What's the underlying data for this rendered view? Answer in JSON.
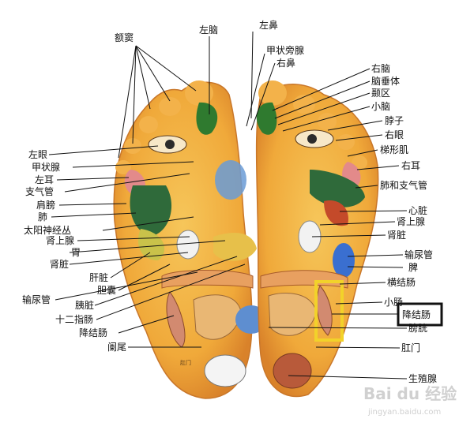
{
  "diagram": {
    "labels": {
      "sinus": "额窦",
      "left_brain": "左脑",
      "left_nose": "左鼻",
      "parathyroid": "甲状旁腺",
      "right_nose": "右鼻",
      "right_brain": "右脑",
      "pituitary": "脑垂体",
      "temporal": "颞区",
      "cerebellum": "小脑",
      "neck": "脖子",
      "right_eye": "右眼",
      "trapezius": "梯形肌",
      "right_ear": "右耳",
      "lung_bronchi_r": "肺和支气管",
      "heart": "心脏",
      "adrenal_r": "肾上腺",
      "kidney_r": "肾脏",
      "ureter_r": "输尿管",
      "spleen": "脾",
      "transverse_colon": "横结肠",
      "small_intestine": "小肠",
      "descending_colon_r": "降结肠",
      "bladder": "膀胱",
      "anus": "肛门",
      "genital": "生殖腺",
      "left_eye": "左眼",
      "thyroid": "甲状腺",
      "left_ear": "左耳",
      "bronchi": "支气管",
      "shoulder": "肩膀",
      "lung": "肺",
      "solar_plexus": "太阳神经丛",
      "adrenal_l": "肾上腺",
      "stomach": "胃",
      "kidney_l": "肾脏",
      "liver": "肝脏",
      "gallbladder": "胆囊",
      "ureter_l": "输尿管",
      "pancreas": "胰脏",
      "duodenum": "十二指肠",
      "descending_colon_l": "降结肠",
      "appendix": "阑尾",
      "foot_anus_mark": "肛门"
    },
    "highlight_colors": {
      "yellow_box": "#f2d22a",
      "black_box": "#111111"
    },
    "watermark": {
      "main": "Bai du 经验",
      "sub": "jingyan.baidu.com"
    }
  }
}
